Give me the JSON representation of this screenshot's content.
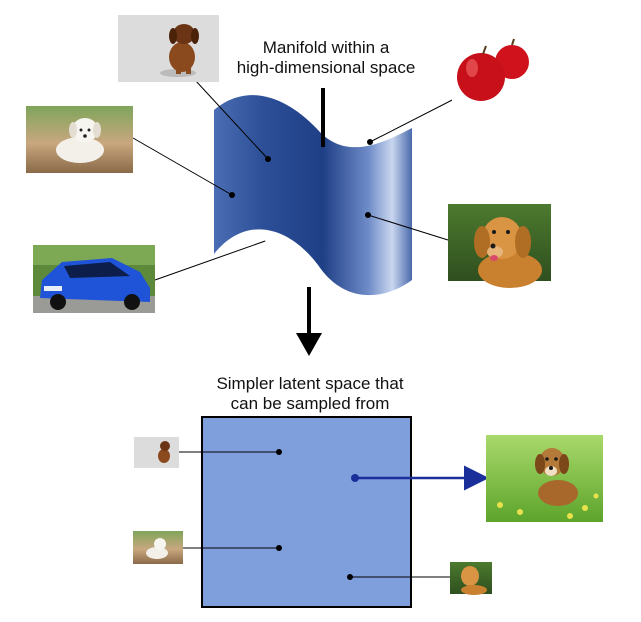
{
  "manifold_caption": {
    "line1": "Manifold within a",
    "line2": "high-dimensional space"
  },
  "latent_caption": {
    "line1": "Simpler latent space that",
    "line2": "can be sampled from"
  },
  "images": {
    "puppy_sitting": "puppy-sitting-photo",
    "puppy_lying": "white-puppy-lying-photo",
    "car": "blue-car-photo",
    "apples": "red-apples-photo",
    "golden_dog": "golden-retriever-photo",
    "generated_dog": "generated-dog-in-grass-photo"
  },
  "colors": {
    "manifold_dark": "#2c4f97",
    "manifold_light": "#c9d6ee",
    "latent_fill": "#7f9fdc",
    "arrow_blue": "#1b2f9a",
    "stroke": "#000000"
  }
}
